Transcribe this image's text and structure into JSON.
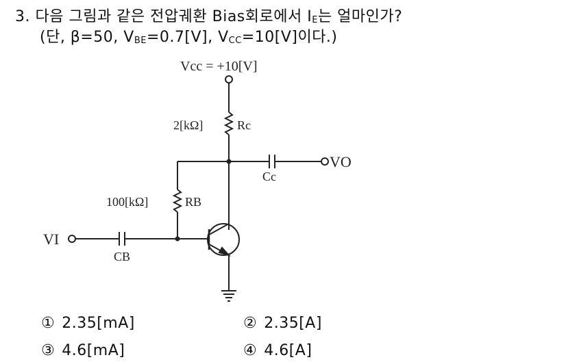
{
  "question": {
    "number": "3.",
    "text_before_sub": "다음 그림과 같은 전압궤환 Bias회로에서 I",
    "text_sub": "E",
    "text_after_sub": "는 얼마인가?",
    "cond_open": "(단, β=50, V",
    "cond_vbe_sub": "BE",
    "cond_mid": "=0.7[V], V",
    "cond_vcc_sub": "CC",
    "cond_end": "=10[V]이다.)"
  },
  "diagram": {
    "vcc_label": "Vcc = +10[V]",
    "rc_value": "2[kΩ]",
    "rc_name": "Rc",
    "rb_value": "100[kΩ]",
    "rb_name": "RB",
    "cc_name": "Cc",
    "cb_name": "CB",
    "vo_label": "VO",
    "vi_label": "VI"
  },
  "options": [
    {
      "num": "①",
      "text": "2.35[mA]"
    },
    {
      "num": "②",
      "text": "2.35[A]"
    },
    {
      "num": "③",
      "text": "4.6[mA]"
    },
    {
      "num": "④",
      "text": "4.6[A]"
    }
  ]
}
